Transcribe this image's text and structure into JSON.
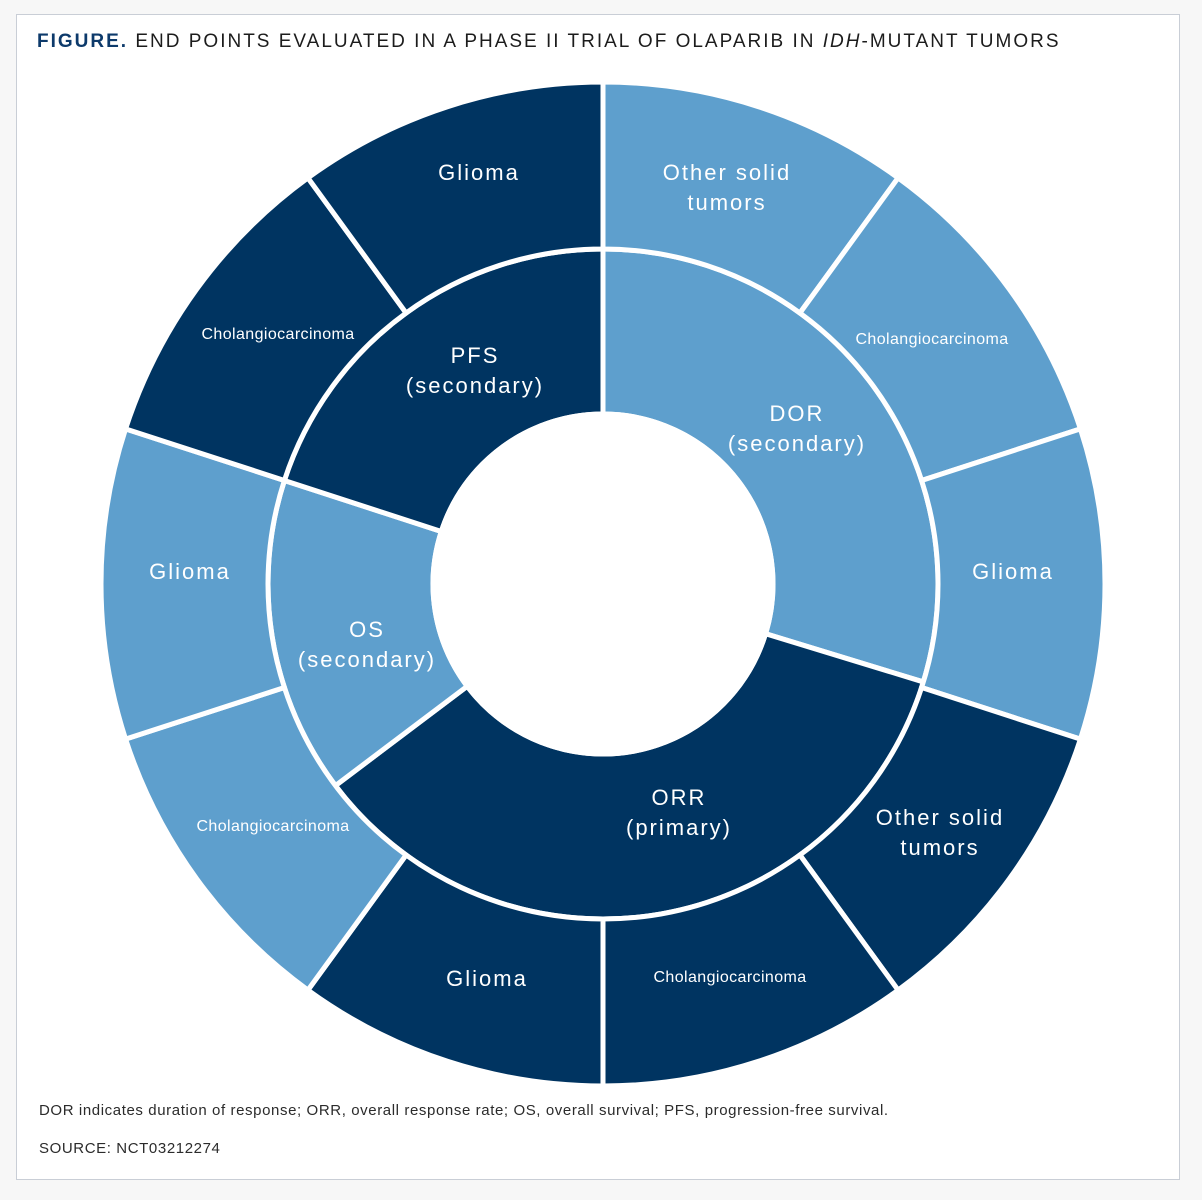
{
  "figure": {
    "label": "FIGURE.",
    "title_before": "END POINTS EVALUATED IN A PHASE II TRIAL OF OLAPARIB IN",
    "title_gene": "IDH",
    "title_after": "-MUTANT TUMORS"
  },
  "colors": {
    "dark": "#003461",
    "light": "#5e9fcd",
    "separator": "#ffffff"
  },
  "inner_ring": [
    {
      "id": "dor",
      "label_lines": [
        "DOR",
        "(secondary)"
      ],
      "color": "light"
    },
    {
      "id": "orr",
      "label_lines": [
        "ORR",
        "(primary)"
      ],
      "color": "dark"
    },
    {
      "id": "os",
      "label_lines": [
        "OS",
        "(secondary)"
      ],
      "color": "light"
    },
    {
      "id": "pfs",
      "label_lines": [
        "PFS",
        "(secondary)"
      ],
      "color": "dark"
    }
  ],
  "outer_ring": [
    {
      "id": "dor-other",
      "label_lines": [
        "Other solid",
        "tumors"
      ],
      "color": "light"
    },
    {
      "id": "dor-cholangio",
      "label_lines": [
        "Cholangiocarcinoma"
      ],
      "color": "light"
    },
    {
      "id": "dor-glioma",
      "label_lines": [
        "Glioma"
      ],
      "color": "light"
    },
    {
      "id": "orr-other",
      "label_lines": [
        "Other solid",
        "tumors"
      ],
      "color": "dark"
    },
    {
      "id": "orr-cholangio",
      "label_lines": [
        "Cholangiocarcinoma"
      ],
      "color": "dark"
    },
    {
      "id": "orr-glioma",
      "label_lines": [
        "Glioma"
      ],
      "color": "dark"
    },
    {
      "id": "os-cholangio",
      "label_lines": [
        "Cholangiocarcinoma"
      ],
      "color": "light"
    },
    {
      "id": "os-glioma",
      "label_lines": [
        "Glioma"
      ],
      "color": "light"
    },
    {
      "id": "pfs-cholangio",
      "label_lines": [
        "Cholangiocarcinoma"
      ],
      "color": "dark"
    },
    {
      "id": "pfs-glioma",
      "label_lines": [
        "Glioma"
      ],
      "color": "dark"
    }
  ],
  "footnote": "DOR indicates duration of response; ORR, overall response rate; OS, overall survival; PFS, progression-free survival.",
  "source": "SOURCE: NCT03212274"
}
